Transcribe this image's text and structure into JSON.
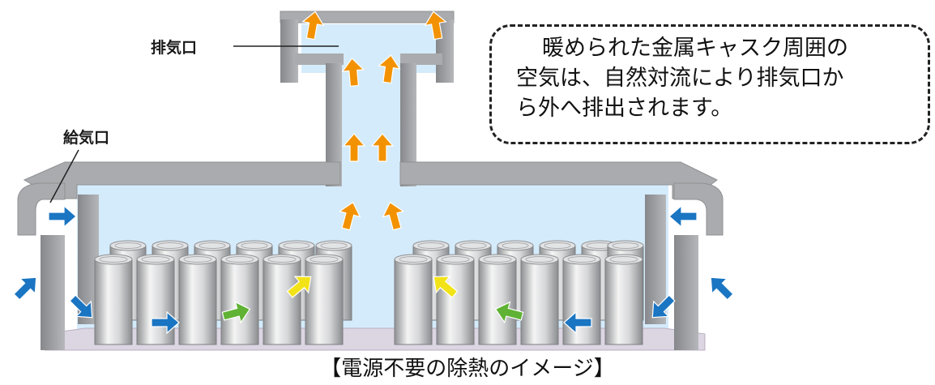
{
  "labels": {
    "exhaust": "排気口",
    "intake": "給気口"
  },
  "callout": {
    "line1": "暖められた金属キャスク周囲の",
    "line2": "空気は、自然対流により排気口か",
    "line3": "ら外へ排出されます。"
  },
  "caption": "【電源不要の除熱のイメージ】",
  "colors": {
    "hot_air": "#f39200",
    "cool_air": "#1a75c2",
    "warming_air": "#5fb233",
    "warm_air": "#f2e318",
    "interior": "#d4ebfb",
    "wall": "#9b9da0",
    "floor": "#dcd5e2"
  }
}
